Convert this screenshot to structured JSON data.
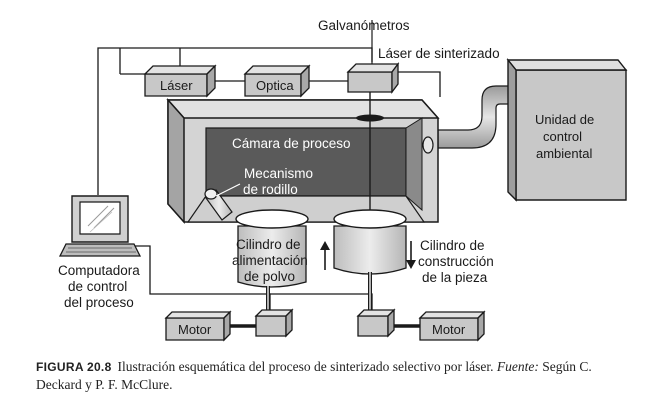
{
  "labels": {
    "galvanometers": "Galvanómetros",
    "laser_sintering": "Láser de sinterizado",
    "laser_box": "Láser",
    "optics_box": "Optica",
    "environment_unit": [
      "Unidad de",
      "control",
      "ambiental"
    ],
    "process_chamber": "Cámara de proceso",
    "roller_mechanism": [
      "Mecanismo",
      "de rodillo"
    ],
    "feed_cylinder": [
      "Cilindro de",
      "alimentación",
      "de polvo"
    ],
    "build_cylinder": [
      "Cilindro de",
      "construcción",
      "de la pieza"
    ],
    "control_computer": [
      "Computadora",
      "de control",
      "del proceso"
    ],
    "motor_left": "Motor",
    "motor_right": "Motor"
  },
  "caption": {
    "figure": "FIGURA 20.8",
    "text": "Ilustración esquemática del proceso de sinterizado selectivo por láser.",
    "source_label": "Fuente:",
    "source_text": "Según C. Deckard y P. F. McClure."
  },
  "colors": {
    "box_fill": "#c8c8c8",
    "chamber_dark": "#5a5a5a",
    "chamber_light": "#d4d4d4",
    "line": "#1a1a1a"
  }
}
